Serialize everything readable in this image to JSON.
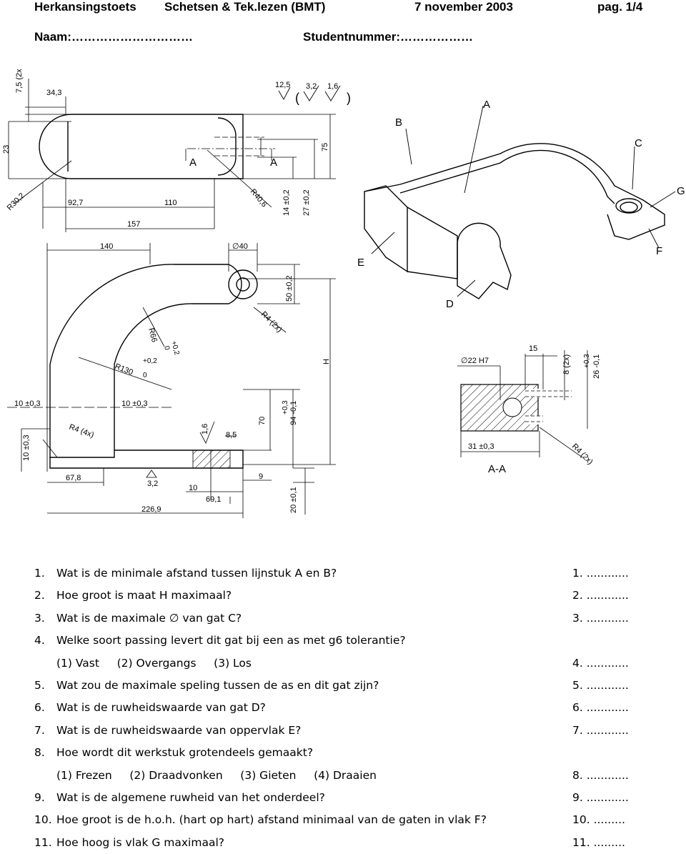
{
  "header": {
    "test_name": "Herkansingstoets",
    "subject": "Schetsen & Tek.lezen (BMT)",
    "date": "7 november 2003",
    "page": "pag. 1/4",
    "name_label": "Naam:…………………………",
    "student_label": "Studentnummer:………………"
  },
  "drawing": {
    "top_view": {
      "dim_7_5": "7,5 (2x",
      "dim_34_3": "34,3",
      "dim_23": "23",
      "dim_r30_2": "R30,2",
      "dim_92_7": "92,7",
      "dim_110": "110",
      "dim_157": "157",
      "dim_r40_6": "R40,6",
      "dim_14": "14 ±0,2",
      "dim_27": "27 ±0,2",
      "dim_75": "75",
      "label_a1": "A",
      "label_a2": "A",
      "rough_12_5": "12,5",
      "rough_3_2": "3,2",
      "rough_1_6": "1,6",
      "paren_open": "(",
      "paren_close": ")"
    },
    "front_view": {
      "dim_140": "140",
      "dim_phi40": "∅40",
      "dim_50": "50 ±0,2",
      "dim_r4_2x": "R4 (2x)",
      "dim_r66": "R66",
      "tol_r66_plus": "+0,2",
      "tol_r66_zero": "0",
      "dim_r130": "R130",
      "tol_r130_plus": "+0,2",
      "tol_r130_zero": "0",
      "dim_h": "H",
      "dim_10a": "10 ±0,3",
      "dim_10b": "10 ±0,3",
      "dim_r4_4x": "R4 (4x)",
      "dim_10c": "10 ±0,3",
      "rough_1_6": "1,6",
      "dim_8_5": "8,5",
      "dim_70": "70",
      "dim_94": "94 -0,1",
      "tol_94_plus": "+0,3",
      "dim_67_8": "67,8",
      "rough_3_2": "3,2",
      "dim_9": "9",
      "dim_10d": "10",
      "dim_69_1": "69,1",
      "dim_226_9": "226,9",
      "dim_20": "20 ±0,1"
    },
    "section": {
      "dim_phi22": "∅22 H7",
      "dim_15": "15",
      "dim_8_2x": "8 (2x)",
      "dim_26": "26 -0,1",
      "tol_26_plus": "+0,3",
      "dim_31": "31 ±0,3",
      "dim_r4_2x": "R4 (2x)",
      "title": "A-A"
    },
    "iso": {
      "label_a": "A",
      "label_b": "B",
      "label_c": "C",
      "label_d": "D",
      "label_e": "E",
      "label_f": "F",
      "label_g": "G"
    }
  },
  "questions": [
    {
      "num": "1.",
      "text": "Wat is de minimale afstand tussen lijnstuk A en B?",
      "answer": "1. ............"
    },
    {
      "num": "2.",
      "text": "Hoe groot is maat H maximaal?",
      "answer": "2. ............"
    },
    {
      "num": "3.",
      "text": "Wat is de maximale ∅ van gat C?",
      "answer": "3. ............"
    },
    {
      "num": "4.",
      "text": "Welke soort passing levert dit gat bij een as met g6 tolerantie?",
      "answer": ""
    },
    {
      "num": "",
      "text": "(1) Vast     (2) Overgangs     (3) Los",
      "answer": "4. ............"
    },
    {
      "num": "5.",
      "text": "Wat zou de maximale speling tussen de as en dit gat zijn?",
      "answer": "5. ............"
    },
    {
      "num": "6.",
      "text": "Wat is de ruwheidswaarde van gat D?",
      "answer": "6. ............"
    },
    {
      "num": "7.",
      "text": "Wat is de ruwheidswaarde van oppervlak E?",
      "answer": "7. ............"
    },
    {
      "num": "8.",
      "text": "Hoe wordt dit werkstuk grotendeels gemaakt?",
      "answer": ""
    },
    {
      "num": "",
      "text": "(1) Frezen     (2) Draadvonken     (3) Gieten     (4) Draaien",
      "answer": "8. ............"
    },
    {
      "num": "9.",
      "text": "Wat is de algemene ruwheid van het onderdeel?",
      "answer": "9. ............"
    },
    {
      "num": "10.",
      "text": "Hoe groot is de h.o.h. (hart op hart) afstand minimaal van de gaten in vlak F?",
      "answer": "10. ........."
    },
    {
      "num": "11.",
      "text": "Hoe hoog is vlak G maximaal?",
      "answer": "11. ........."
    }
  ]
}
